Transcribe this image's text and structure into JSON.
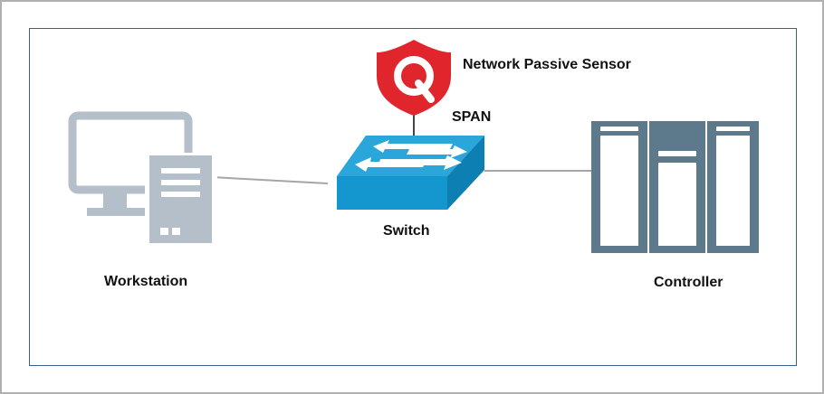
{
  "diagram": {
    "nodes": {
      "workstation": {
        "label": "Workstation",
        "icon": "workstation-icon"
      },
      "switch": {
        "label": "Switch",
        "icon": "network-switch-icon"
      },
      "controller": {
        "label": "Controller",
        "icon": "server-rack-icon"
      },
      "sensor": {
        "label": "Network Passive Sensor",
        "icon": "qualys-shield-icon"
      }
    },
    "port_label": "SPAN",
    "links": [
      {
        "from": "workstation",
        "to": "switch"
      },
      {
        "from": "switch",
        "to": "controller"
      },
      {
        "from": "sensor",
        "to": "switch",
        "via": "SPAN"
      }
    ]
  },
  "colors": {
    "frame_border": "#b0b0b0",
    "inner_border": "#3a5f8a",
    "connector": "#a6a6a6",
    "workstation": "#b4bfc9",
    "switch_top": "#2aa6da",
    "switch_side": "#0e7fb2",
    "controller": "#5d7a8c",
    "sensor_red": "#e0262c"
  }
}
